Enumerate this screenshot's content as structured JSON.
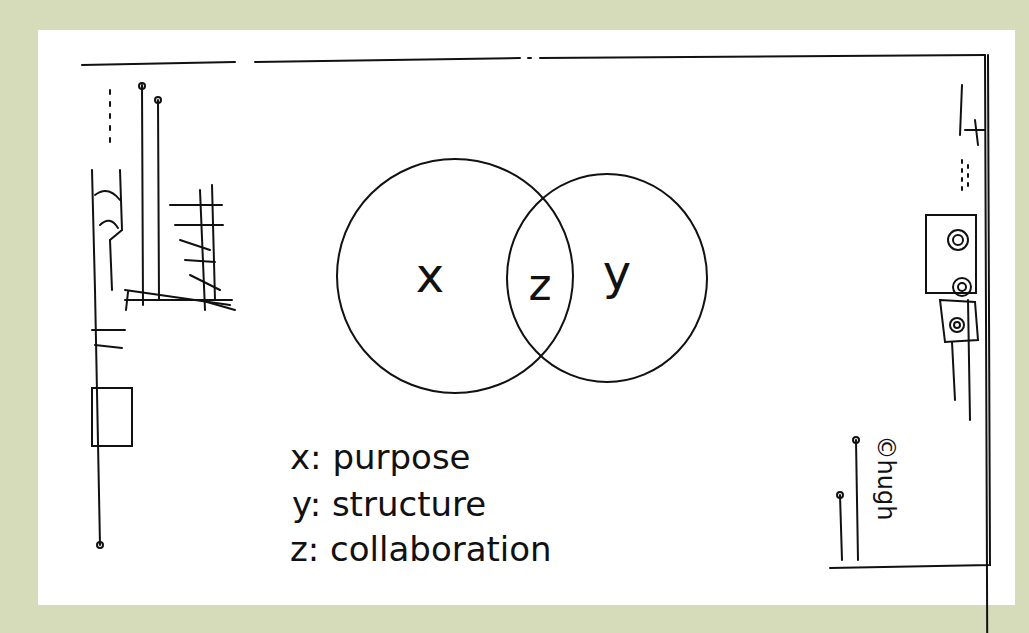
{
  "diagram": {
    "nodes": [
      {
        "text": [
          "x"
        ]
      },
      {
        "text": [
          "y"
        ]
      }
    ],
    "labels": [
      "z",
      "x: purpose",
      "y: structure",
      "z: collaboration",
      "©hugh"
    ]
  }
}
